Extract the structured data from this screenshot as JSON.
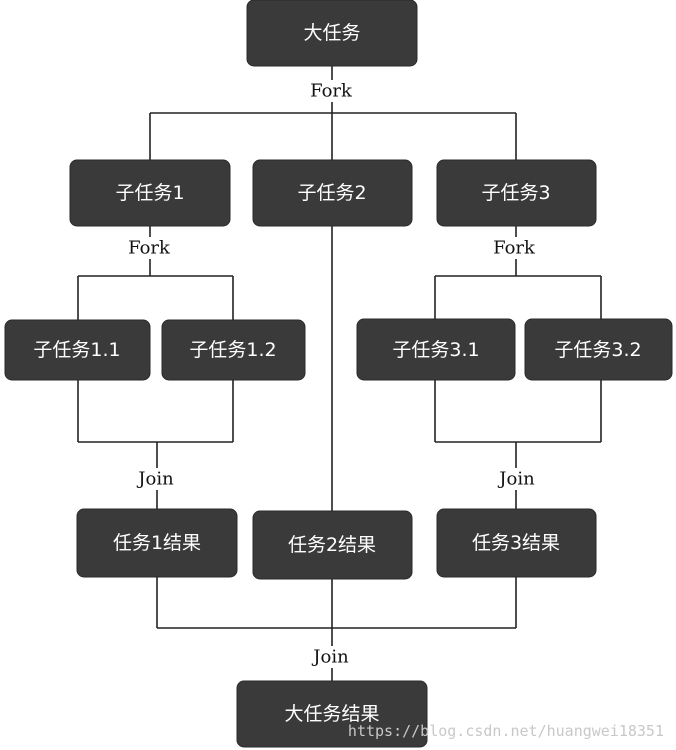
{
  "nodes": {
    "big_task": "大任务",
    "sub1": "子任务1",
    "sub2": "子任务2",
    "sub3": "子任务3",
    "sub1_1": "子任务1.1",
    "sub1_2": "子任务1.2",
    "sub3_1": "子任务3.1",
    "sub3_2": "子任务3.2",
    "result1": "任务1结果",
    "result2": "任务2结果",
    "result3": "任务3结果",
    "big_result": "大任务结果"
  },
  "labels": {
    "fork_top": "Fork",
    "fork_left": "Fork",
    "fork_right": "Fork",
    "join_left": "Join",
    "join_right": "Join",
    "join_bottom": "Join"
  },
  "watermark": "https://blog.csdn.net/huangwei18351"
}
